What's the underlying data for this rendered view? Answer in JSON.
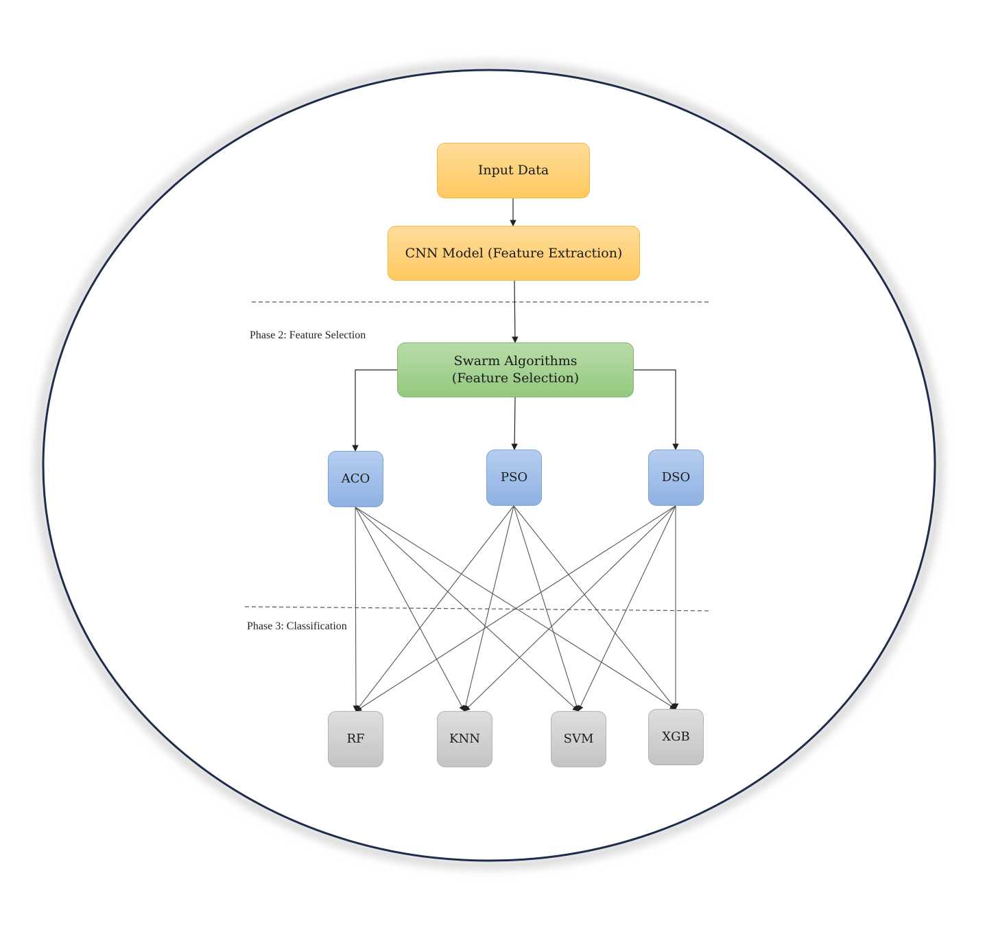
{
  "diagram": {
    "nodes": {
      "input": "Input Data",
      "cnn": "CNN Model (Feature Extraction)",
      "swarm": "Swarm Algorithms\n(Feature Selection)",
      "aco": "ACO",
      "pso": "PSO",
      "dso": "DSO",
      "rf": "RF",
      "knn": "KNN",
      "svm": "SVM",
      "xgb": "XGB"
    },
    "phases": {
      "phase2": "Phase 2: Feature Selection",
      "phase3": "Phase 3: Classification"
    },
    "colors": {
      "ellipse_border": "#1f2d4a",
      "extraction": "#ffcf6e",
      "selection": "#a2d18e",
      "optimizer": "#9dbde8",
      "classifier": "#cfcfcf"
    }
  }
}
